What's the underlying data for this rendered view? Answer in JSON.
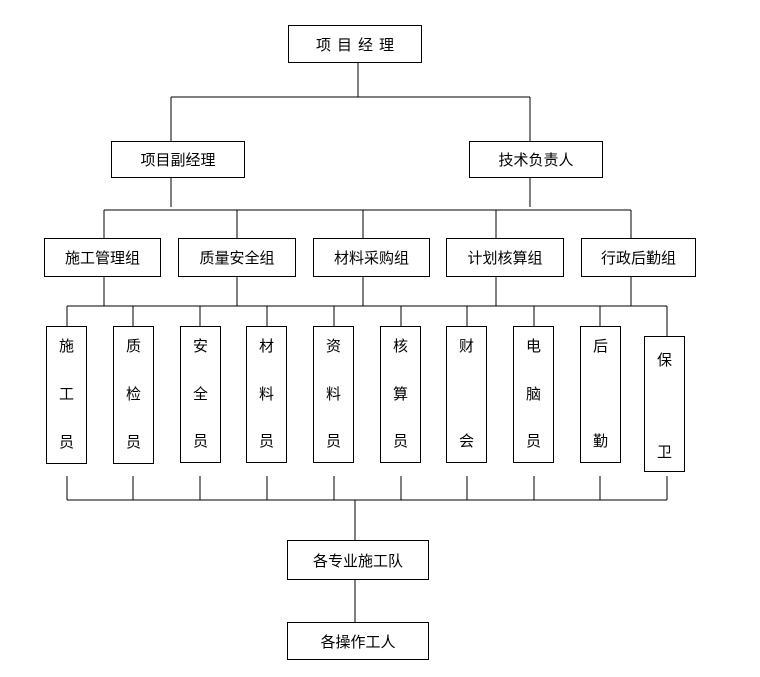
{
  "org_chart": {
    "top": {
      "label": "项目经理"
    },
    "level2": [
      {
        "label": "项目副经理"
      },
      {
        "label": "技术负责人"
      }
    ],
    "groups": [
      {
        "label": "施工管理组"
      },
      {
        "label": "质量安全组"
      },
      {
        "label": "材料采购组"
      },
      {
        "label": "计划核算组"
      },
      {
        "label": "行政后勤组"
      }
    ],
    "roles": [
      {
        "chars": [
          "施",
          "工",
          "员"
        ]
      },
      {
        "chars": [
          "质",
          "检",
          "员"
        ]
      },
      {
        "chars": [
          "安",
          "全",
          "员"
        ]
      },
      {
        "chars": [
          "材",
          "料",
          "员"
        ]
      },
      {
        "chars": [
          "资",
          "料",
          "员"
        ]
      },
      {
        "chars": [
          "核",
          "算",
          "员"
        ]
      },
      {
        "chars": [
          "财",
          "会"
        ]
      },
      {
        "chars": [
          "电",
          "脑",
          "员"
        ]
      },
      {
        "chars": [
          "后",
          "勤"
        ]
      },
      {
        "chars": [
          "保",
          "卫"
        ]
      }
    ],
    "teams": {
      "label": "各专业施工队"
    },
    "workers": {
      "label": "各操作工人"
    }
  }
}
